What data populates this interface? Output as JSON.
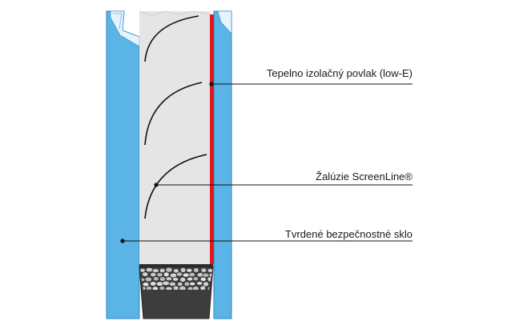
{
  "diagram": {
    "callouts": [
      {
        "id": "low-e",
        "label": "Tepelno izolačný povlak (low-E)"
      },
      {
        "id": "blinds",
        "label": "Žalúzie ScreenLine®"
      },
      {
        "id": "glass",
        "label": "Tvrdené bezpečnostné sklo"
      }
    ]
  },
  "colors": {
    "glass": "#5ab4e5",
    "glass_edge": "#2f86c4",
    "gap": "#e5e5e5",
    "low_e_coating": "#e3161b",
    "desiccant_fill": "#3d3d3d",
    "line": "#111111"
  }
}
